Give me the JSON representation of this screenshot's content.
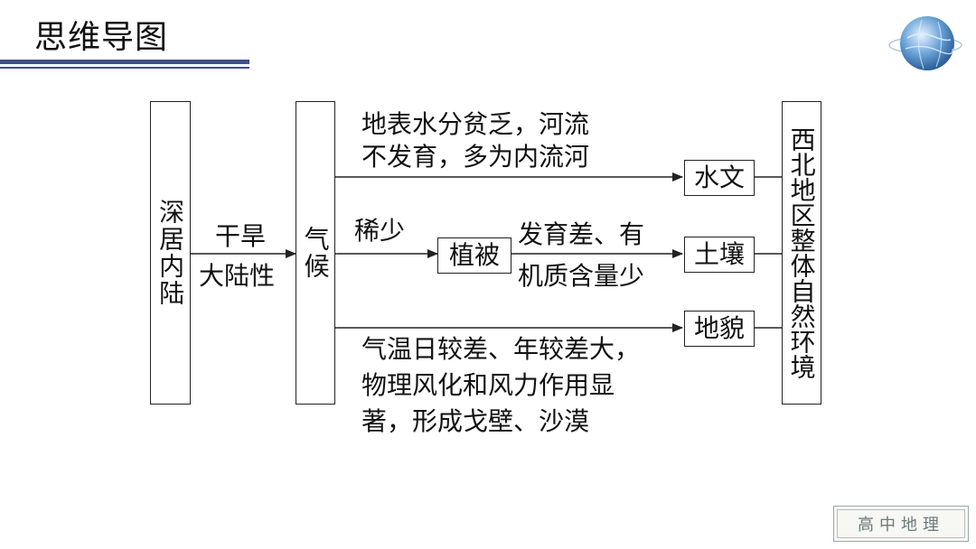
{
  "slide": {
    "title": "思维导图"
  },
  "nodes": {
    "cause": "深居内陆",
    "climate": "气候",
    "vegetation": "植被",
    "hydrology": "水文",
    "soil": "土壤",
    "landform": "地貌",
    "result": "西北地区整体自然环境"
  },
  "labels": {
    "cause_to_climate_top": "干旱",
    "cause_to_climate_bottom": "大陆性",
    "hydrology_line1": "地表水分贫乏，河流",
    "hydrology_line2": "不发育，多为内流河",
    "vegetation_sparse": "稀少",
    "soil_line1": "发育差、有",
    "soil_line2": "机质含量少",
    "landform_line1": "气温日较差、年较差大，",
    "landform_line2": "物理风化和风力作用显",
    "landform_line3": "著，形成戈壁、沙漠"
  },
  "watermark": {
    "text": "高中地理"
  },
  "colors": {
    "rule": "#3f4f8a",
    "line": "#222222"
  }
}
